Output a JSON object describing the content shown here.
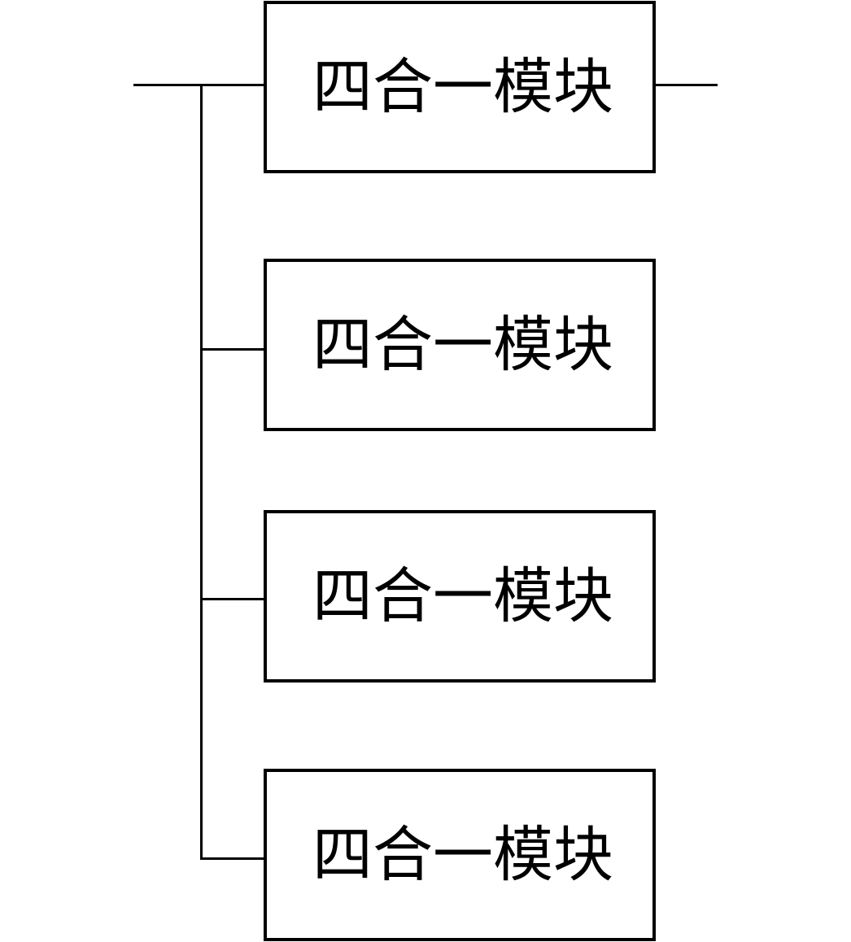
{
  "diagram": {
    "modules": [
      {
        "label": "四合一模块"
      },
      {
        "label": "四合一模块"
      },
      {
        "label": "四合一模块"
      },
      {
        "label": "四合一模块"
      }
    ],
    "colors": {
      "line": "#000000",
      "background": "#ffffff"
    }
  }
}
